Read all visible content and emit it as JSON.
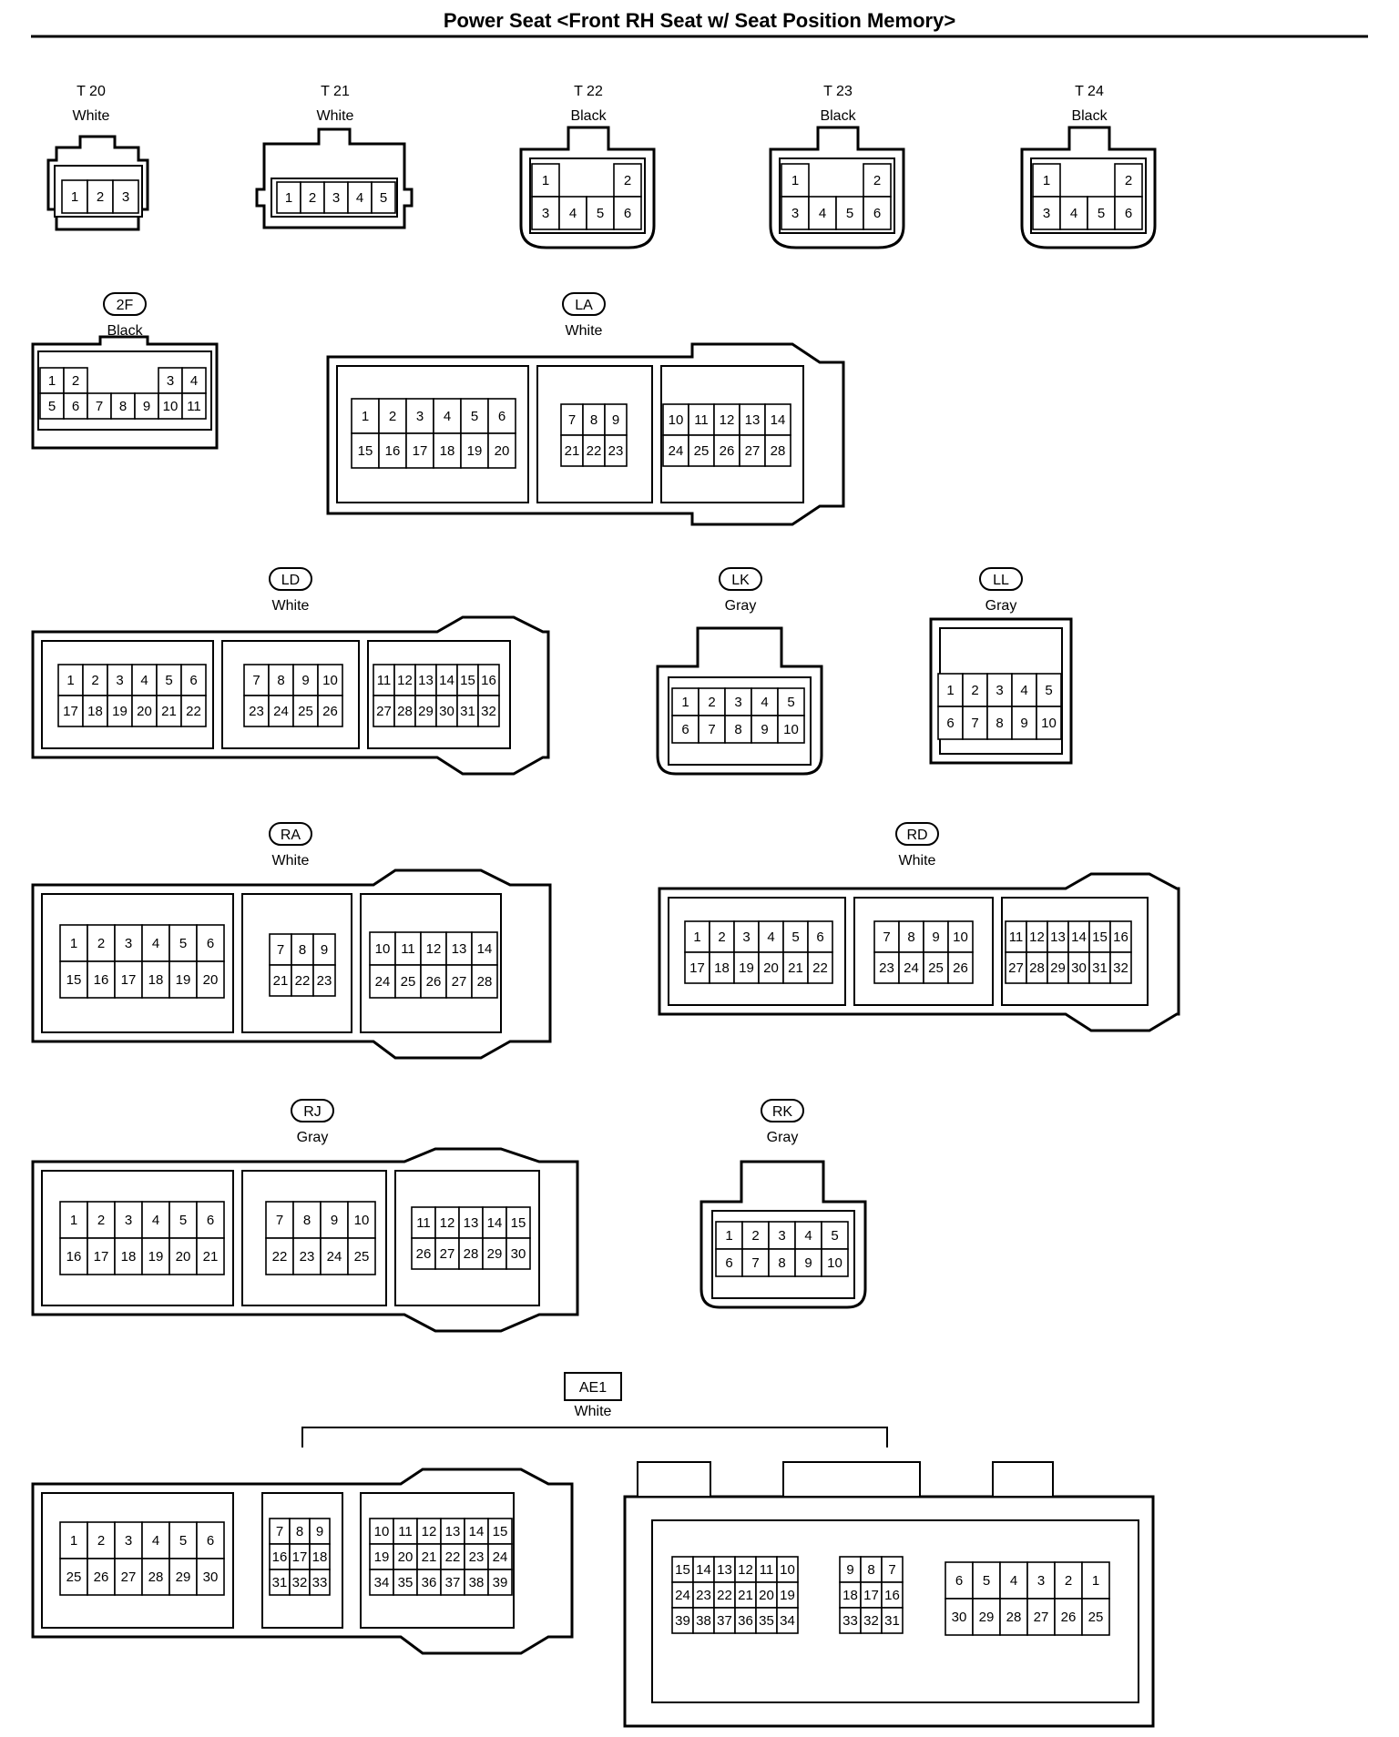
{
  "title": "Power Seat <Front RH Seat w/ Seat Position Memory>",
  "connectors": [
    {
      "id": "T 20",
      "color": "White",
      "rows": [
        [
          "1",
          "2",
          "3"
        ]
      ]
    },
    {
      "id": "T 21",
      "color": "White",
      "rows": [
        [
          "1",
          "2",
          "3",
          "4",
          "5"
        ]
      ]
    },
    {
      "id": "T 22",
      "color": "Black",
      "rows": [
        [
          "1",
          "2"
        ],
        [
          "3",
          "4",
          "5",
          "6"
        ]
      ]
    },
    {
      "id": "T 23",
      "color": "Black",
      "rows": [
        [
          "1",
          "2"
        ],
        [
          "3",
          "4",
          "5",
          "6"
        ]
      ]
    },
    {
      "id": "T 24",
      "color": "Black",
      "rows": [
        [
          "1",
          "2"
        ],
        [
          "3",
          "4",
          "5",
          "6"
        ]
      ]
    },
    {
      "id": "2F",
      "color": "Black",
      "rows": [
        [
          "1",
          "2",
          "3",
          "4"
        ],
        [
          "5",
          "6",
          "7",
          "8",
          "9",
          "10",
          "11"
        ]
      ]
    },
    {
      "id": "LA",
      "color": "White",
      "blocks": [
        {
          "rows": [
            [
              "1",
              "2",
              "3",
              "4",
              "5",
              "6"
            ],
            [
              "15",
              "16",
              "17",
              "18",
              "19",
              "20"
            ]
          ]
        },
        {
          "rows": [
            [
              "7",
              "8",
              "9"
            ],
            [
              "21",
              "22",
              "23"
            ]
          ]
        },
        {
          "rows": [
            [
              "10",
              "11",
              "12",
              "13",
              "14"
            ],
            [
              "24",
              "25",
              "26",
              "27",
              "28"
            ]
          ]
        }
      ]
    },
    {
      "id": "LD",
      "color": "White",
      "blocks": [
        {
          "rows": [
            [
              "1",
              "2",
              "3",
              "4",
              "5",
              "6"
            ],
            [
              "17",
              "18",
              "19",
              "20",
              "21",
              "22"
            ]
          ]
        },
        {
          "rows": [
            [
              "7",
              "8",
              "9",
              "10"
            ],
            [
              "23",
              "24",
              "25",
              "26"
            ]
          ]
        },
        {
          "rows": [
            [
              "11",
              "12",
              "13",
              "14",
              "15",
              "16"
            ],
            [
              "27",
              "28",
              "29",
              "30",
              "31",
              "32"
            ]
          ]
        }
      ]
    },
    {
      "id": "LK",
      "color": "Gray",
      "rows": [
        [
          "1",
          "2",
          "3",
          "4",
          "5"
        ],
        [
          "6",
          "7",
          "8",
          "9",
          "10"
        ]
      ]
    },
    {
      "id": "LL",
      "color": "Gray",
      "rows": [
        [
          "1",
          "2",
          "3",
          "4",
          "5"
        ],
        [
          "6",
          "7",
          "8",
          "9",
          "10"
        ]
      ]
    },
    {
      "id": "RA",
      "color": "White",
      "blocks": [
        {
          "rows": [
            [
              "1",
              "2",
              "3",
              "4",
              "5",
              "6"
            ],
            [
              "15",
              "16",
              "17",
              "18",
              "19",
              "20"
            ]
          ]
        },
        {
          "rows": [
            [
              "7",
              "8",
              "9"
            ],
            [
              "21",
              "22",
              "23"
            ]
          ]
        },
        {
          "rows": [
            [
              "10",
              "11",
              "12",
              "13",
              "14"
            ],
            [
              "24",
              "25",
              "26",
              "27",
              "28"
            ]
          ]
        }
      ]
    },
    {
      "id": "RD",
      "color": "White",
      "blocks": [
        {
          "rows": [
            [
              "1",
              "2",
              "3",
              "4",
              "5",
              "6"
            ],
            [
              "17",
              "18",
              "19",
              "20",
              "21",
              "22"
            ]
          ]
        },
        {
          "rows": [
            [
              "7",
              "8",
              "9",
              "10"
            ],
            [
              "23",
              "24",
              "25",
              "26"
            ]
          ]
        },
        {
          "rows": [
            [
              "11",
              "12",
              "13",
              "14",
              "15",
              "16"
            ],
            [
              "27",
              "28",
              "29",
              "30",
              "31",
              "32"
            ]
          ]
        }
      ]
    },
    {
      "id": "RJ",
      "color": "Gray",
      "blocks": [
        {
          "rows": [
            [
              "1",
              "2",
              "3",
              "4",
              "5",
              "6"
            ],
            [
              "16",
              "17",
              "18",
              "19",
              "20",
              "21"
            ]
          ]
        },
        {
          "rows": [
            [
              "7",
              "8",
              "9",
              "10"
            ],
            [
              "22",
              "23",
              "24",
              "25"
            ]
          ]
        },
        {
          "rows": [
            [
              "11",
              "12",
              "13",
              "14",
              "15"
            ],
            [
              "26",
              "27",
              "28",
              "29",
              "30"
            ]
          ]
        }
      ]
    },
    {
      "id": "RK",
      "color": "Gray",
      "rows": [
        [
          "1",
          "2",
          "3",
          "4",
          "5"
        ],
        [
          "6",
          "7",
          "8",
          "9",
          "10"
        ]
      ]
    },
    {
      "id": "AE1",
      "color": "White",
      "left_blocks": [
        {
          "rows": [
            [
              "1",
              "2",
              "3",
              "4",
              "5",
              "6"
            ],
            [
              "25",
              "26",
              "27",
              "28",
              "29",
              "30"
            ]
          ]
        },
        {
          "rows": [
            [
              "7",
              "8",
              "9"
            ],
            [
              "16",
              "17",
              "18"
            ],
            [
              "31",
              "32",
              "33"
            ]
          ]
        },
        {
          "rows": [
            [
              "10",
              "11",
              "12",
              "13",
              "14",
              "15"
            ],
            [
              "19",
              "20",
              "21",
              "22",
              "23",
              "24"
            ],
            [
              "34",
              "35",
              "36",
              "37",
              "38",
              "39"
            ]
          ]
        }
      ],
      "right_blocks": [
        {
          "rows": [
            [
              "15",
              "14",
              "13",
              "12",
              "11",
              "10"
            ],
            [
              "24",
              "23",
              "22",
              "21",
              "20",
              "19"
            ],
            [
              "39",
              "38",
              "37",
              "36",
              "35",
              "34"
            ]
          ]
        },
        {
          "rows": [
            [
              "9",
              "8",
              "7"
            ],
            [
              "18",
              "17",
              "16"
            ],
            [
              "33",
              "32",
              "31"
            ]
          ]
        },
        {
          "rows": [
            [
              "6",
              "5",
              "4",
              "3",
              "2",
              "1"
            ],
            [
              "30",
              "29",
              "28",
              "27",
              "26",
              "25"
            ]
          ]
        }
      ]
    }
  ]
}
